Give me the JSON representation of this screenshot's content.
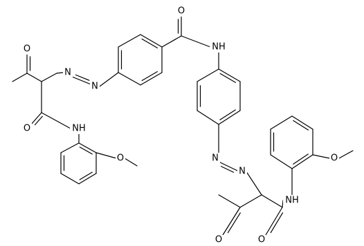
{
  "structure": {
    "atom_labels": {
      "acetyl_oxygen_left": "O",
      "azo_n1_left": "N",
      "azo_n2_left": "N",
      "amide_oxygen_left": "O",
      "amide_nh_left": "NH",
      "methoxy_oxygen_left": "O",
      "benzamide_oxygen": "O",
      "benzamide_nh": "NH",
      "azo_n1_right": "N",
      "azo_n2_right": "N",
      "acetyl_oxygen_right": "O",
      "amide_oxygen_right": "O",
      "amide_nh_right": "NH",
      "methoxy_oxygen_right": "O"
    }
  }
}
